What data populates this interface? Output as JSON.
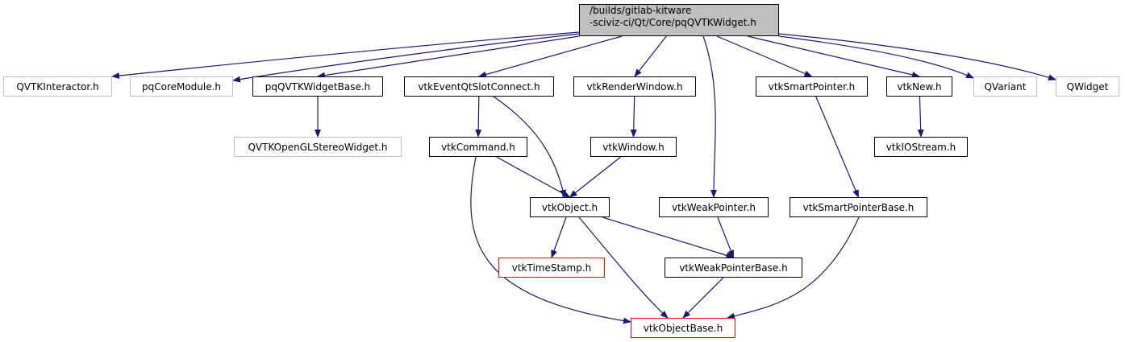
{
  "graph": {
    "edge_color": "#191970",
    "nodes": {
      "root": {
        "line1": "/builds/gitlab-kitware",
        "line2": "-sciviz-ci/Qt/Core/pqQVTKWidget.h",
        "style": "root",
        "fill": "#bfbfbf"
      },
      "QVTKInteractor": {
        "label": "QVTKInteractor.h",
        "style": "ext"
      },
      "pqCoreModule": {
        "label": "pqCoreModule.h",
        "style": "ext"
      },
      "pqQVTKWidgetBase": {
        "label": "pqQVTKWidgetBase.h",
        "style": "normal"
      },
      "vtkEventQtSlotConnect": {
        "label": "vtkEventQtSlotConnect.h",
        "style": "normal"
      },
      "vtkRenderWindow": {
        "label": "vtkRenderWindow.h",
        "style": "normal"
      },
      "vtkSmartPointer": {
        "label": "vtkSmartPointer.h",
        "style": "normal"
      },
      "vtkNew": {
        "label": "vtkNew.h",
        "style": "normal"
      },
      "QVariant": {
        "label": "QVariant",
        "style": "ext"
      },
      "QWidget": {
        "label": "QWidget",
        "style": "ext"
      },
      "QVTKOpenGLStereoWidget": {
        "label": "QVTKOpenGLStereoWidget.h",
        "style": "ext"
      },
      "vtkCommand": {
        "label": "vtkCommand.h",
        "style": "normal"
      },
      "vtkWindow": {
        "label": "vtkWindow.h",
        "style": "normal"
      },
      "vtkIOStream": {
        "label": "vtkIOStream.h",
        "style": "normal"
      },
      "vtkObject": {
        "label": "vtkObject.h",
        "style": "normal"
      },
      "vtkWeakPointer": {
        "label": "vtkWeakPointer.h",
        "style": "normal"
      },
      "vtkSmartPointerBase": {
        "label": "vtkSmartPointerBase.h",
        "style": "normal"
      },
      "vtkTimeStamp": {
        "label": "vtkTimeStamp.h",
        "style": "red",
        "border": "#ff0000"
      },
      "vtkWeakPointerBase": {
        "label": "vtkWeakPointerBase.h",
        "style": "normal"
      },
      "vtkObjectBase": {
        "label": "vtkObjectBase.h",
        "style": "red",
        "border": "#ff0000"
      }
    },
    "edges": [
      [
        "root",
        "QVTKInteractor"
      ],
      [
        "root",
        "pqCoreModule"
      ],
      [
        "root",
        "pqQVTKWidgetBase"
      ],
      [
        "root",
        "vtkEventQtSlotConnect"
      ],
      [
        "root",
        "vtkRenderWindow"
      ],
      [
        "root",
        "vtkWeakPointer"
      ],
      [
        "root",
        "vtkSmartPointer"
      ],
      [
        "root",
        "vtkNew"
      ],
      [
        "root",
        "QVariant"
      ],
      [
        "root",
        "QWidget"
      ],
      [
        "pqQVTKWidgetBase",
        "QVTKOpenGLStereoWidget"
      ],
      [
        "vtkEventQtSlotConnect",
        "vtkCommand"
      ],
      [
        "vtkEventQtSlotConnect",
        "vtkObject"
      ],
      [
        "vtkRenderWindow",
        "vtkWindow"
      ],
      [
        "vtkNew",
        "vtkIOStream"
      ],
      [
        "vtkSmartPointer",
        "vtkSmartPointerBase"
      ],
      [
        "vtkCommand",
        "vtkObject"
      ],
      [
        "vtkCommand",
        "vtkObjectBase"
      ],
      [
        "vtkWindow",
        "vtkObject"
      ],
      [
        "vtkObject",
        "vtkTimeStamp"
      ],
      [
        "vtkObject",
        "vtkWeakPointerBase"
      ],
      [
        "vtkObject",
        "vtkObjectBase"
      ],
      [
        "vtkWeakPointer",
        "vtkWeakPointerBase"
      ],
      [
        "vtkWeakPointerBase",
        "vtkObjectBase"
      ],
      [
        "vtkSmartPointerBase",
        "vtkObjectBase"
      ]
    ]
  }
}
